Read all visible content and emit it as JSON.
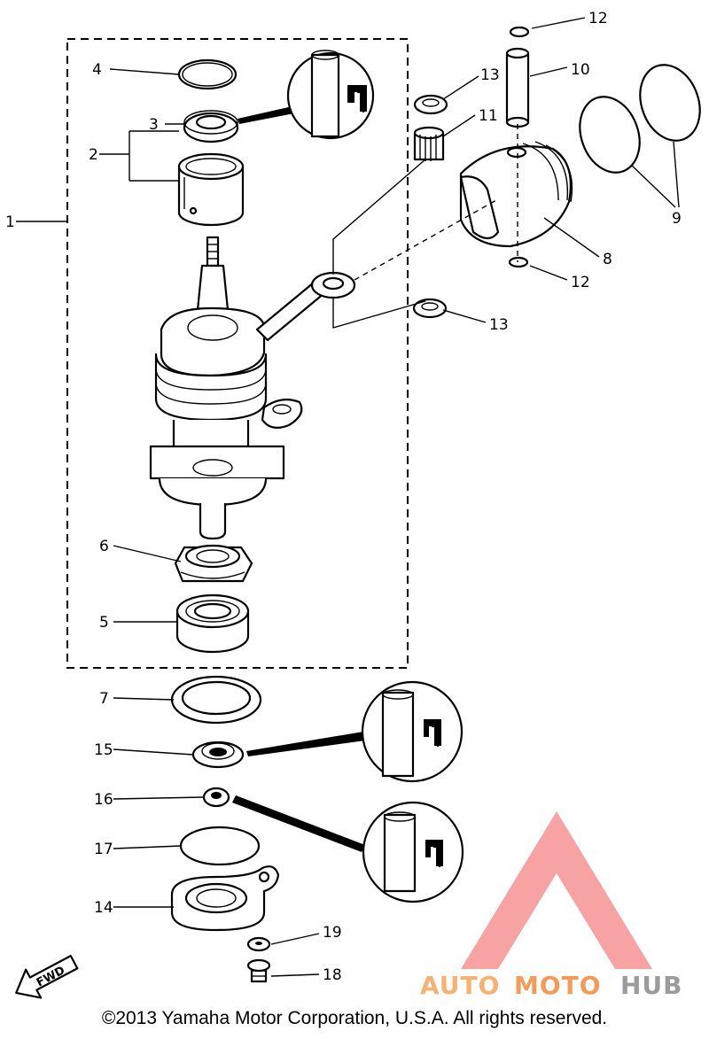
{
  "callouts": [
    {
      "id": "1",
      "label": "1"
    },
    {
      "id": "2",
      "label": "2"
    },
    {
      "id": "3",
      "label": "3"
    },
    {
      "id": "4",
      "label": "4"
    },
    {
      "id": "5",
      "label": "5"
    },
    {
      "id": "6",
      "label": "6"
    },
    {
      "id": "7",
      "label": "7"
    },
    {
      "id": "8",
      "label": "8"
    },
    {
      "id": "9",
      "label": "9"
    },
    {
      "id": "10",
      "label": "10"
    },
    {
      "id": "11",
      "label": "11"
    },
    {
      "id": "12a",
      "label": "12"
    },
    {
      "id": "12b",
      "label": "12"
    },
    {
      "id": "13a",
      "label": "13"
    },
    {
      "id": "13b",
      "label": "13"
    },
    {
      "id": "14",
      "label": "14"
    },
    {
      "id": "15",
      "label": "15"
    },
    {
      "id": "16",
      "label": "16"
    },
    {
      "id": "17",
      "label": "17"
    },
    {
      "id": "18",
      "label": "18"
    },
    {
      "id": "19",
      "label": "19"
    }
  ],
  "fwd_arrow": {
    "label": "FWD"
  },
  "watermark": {
    "auto": "AUTO",
    "moto": "MOTO",
    "hub": "HUB",
    "color_light": "#f6a55a",
    "color_mid": "#ee3b3b",
    "color_dark": "#8a8a8a"
  },
  "copyright": "©2013 Yamaha Motor Corporation, U.S.A. All rights reserved.",
  "colors": {
    "ink": "#000000",
    "paper": "#ffffff",
    "logo_red": "#ee3b3b"
  }
}
